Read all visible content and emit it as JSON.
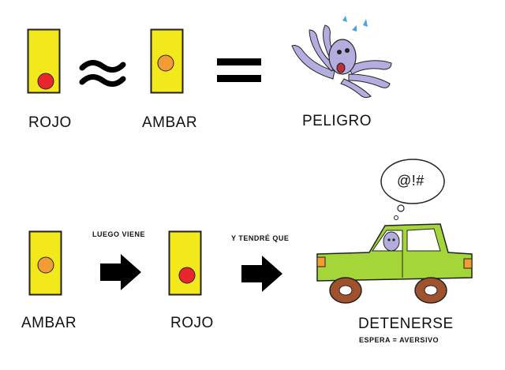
{
  "row1": {
    "light1_label": "ROJO",
    "approx_symbol": "≈",
    "light2_label": "AMBAR",
    "equals_symbol": "=",
    "result_label": "PELIGRO"
  },
  "row2": {
    "light1_label": "AMBAR",
    "arrow1_caption": "LUEGO VIENE",
    "light2_label": "ROJO",
    "arrow2_caption": "Y TENDRÉ QUE",
    "result_label": "DETENERSE",
    "result_sublabel": "ESPERA = AVERSIVO",
    "speech_text": "@!#"
  },
  "colors": {
    "light_body": "#f3e81c",
    "red_lamp": "#e8262b",
    "amber_lamp": "#f39c34",
    "car_body": "#a4d63a",
    "wheel": "#a0522d",
    "octopus": "#b4aee0"
  }
}
